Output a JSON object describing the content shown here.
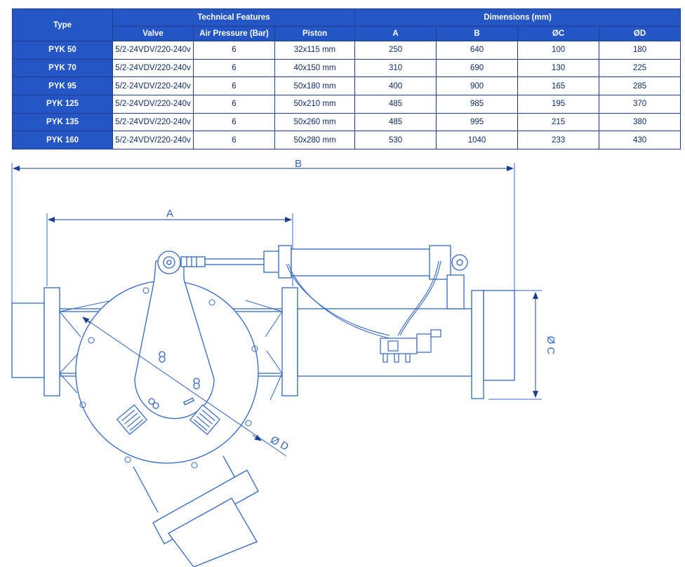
{
  "table": {
    "headers": {
      "type": "Type",
      "technical": "Technical Features",
      "dimensions": "Dimensions (mm)",
      "valve": "Valve",
      "air_pressure": "Air Pressure (Bar)",
      "piston": "Piston",
      "a": "A",
      "b": "B",
      "c": "ØC",
      "d": "ØD"
    },
    "rows": [
      {
        "type": "PYK 50",
        "valve": "5/2-24VDV/220-240v",
        "air": "6",
        "piston": "32x115 mm",
        "a": "250",
        "b": "640",
        "c": "100",
        "d": "180"
      },
      {
        "type": "PYK 70",
        "valve": "5/2-24VDV/220-240v",
        "air": "6",
        "piston": "40x150 mm",
        "a": "310",
        "b": "690",
        "c": "130",
        "d": "225"
      },
      {
        "type": "PYK 95",
        "valve": "5/2-24VDV/220-240v",
        "air": "6",
        "piston": "50x180 mm",
        "a": "400",
        "b": "900",
        "c": "165",
        "d": "285"
      },
      {
        "type": "PYK 125",
        "valve": "5/2-24VDV/220-240v",
        "air": "6",
        "piston": "50x210 mm",
        "a": "485",
        "b": "985",
        "c": "195",
        "d": "370"
      },
      {
        "type": "PYK 135",
        "valve": "5/2-24VDV/220-240v",
        "air": "6",
        "piston": "50x260 mm",
        "a": "485",
        "b": "995",
        "c": "215",
        "d": "380"
      },
      {
        "type": "PYK 160",
        "valve": "5/2-24VDV/220-240v",
        "air": "6",
        "piston": "50x280 mm",
        "a": "530",
        "b": "1040",
        "c": "233",
        "d": "430"
      }
    ]
  },
  "drawing": {
    "label_b": "B",
    "label_a": "A",
    "label_c": "Ø C",
    "label_d": "Ø D"
  }
}
